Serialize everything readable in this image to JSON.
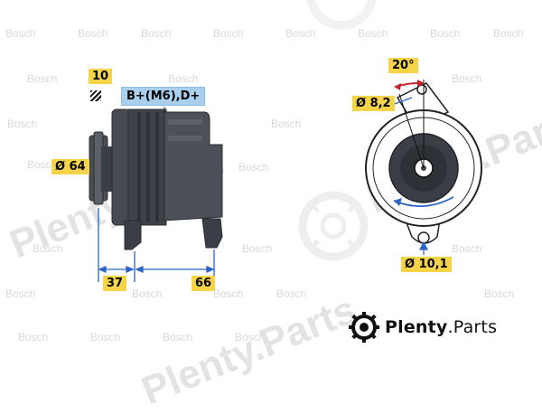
{
  "watermarks": {
    "bosch": "Bosch",
    "plenty": "Plenty.Parts"
  },
  "labels": {
    "quantity": "10",
    "terminals": "B+(M6),D+",
    "pulley_diameter": "Ø 64",
    "dim_front": "37",
    "dim_rear": "66",
    "angle": "20°",
    "hole_small": "Ø 8,2",
    "hole_large": "Ø 10,1"
  },
  "brand": {
    "name_bold": "Plenty",
    "name_rest": ".Parts"
  },
  "colors": {
    "label_yellow": "#f5d44a",
    "label_blue": "#a9cfee",
    "dimension_line": "#2a64c8",
    "angle_line": "#c0282c",
    "body_dark": "#3b3f45"
  }
}
